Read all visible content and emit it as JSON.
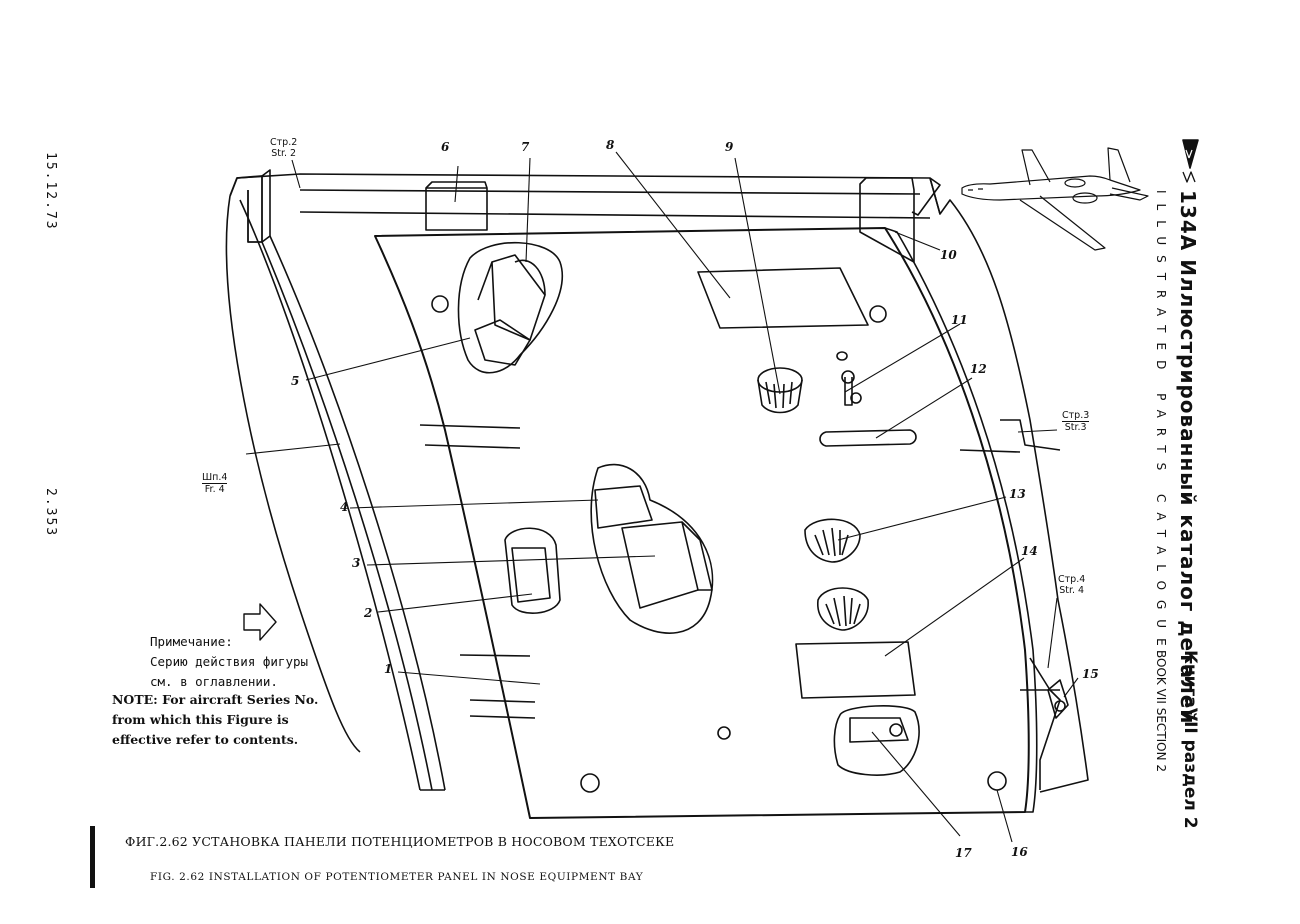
{
  "margin": {
    "date": "15.12.73",
    "page_number": "2.353"
  },
  "header": {
    "model": "134A",
    "title_ru": "Иллюстрированный каталог деталей",
    "title_en": "ILLUSTRATED PARTS CATALOGUE",
    "book_ru": "КнигаVII раздел 2",
    "book_en": "BOOK VII SECTION 2"
  },
  "refs": {
    "top": {
      "ru": "Стр.2",
      "en": "Str. 2"
    },
    "frame": {
      "ru": "Шп.4",
      "en": "Fr. 4"
    },
    "str3": {
      "ru": "Стр.3",
      "en": "Str.3"
    },
    "str4": {
      "ru": "Стр.4",
      "en": "Str. 4"
    }
  },
  "callouts": [
    "1",
    "2",
    "3",
    "4",
    "5",
    "6",
    "7",
    "8",
    "9",
    "10",
    "11",
    "12",
    "13",
    "14",
    "15",
    "16",
    "17"
  ],
  "note": {
    "ru_lines": [
      "Примечание:",
      "Серию действия фигуры",
      "см. в оглавлении."
    ],
    "en_lines": [
      "NOTE: For aircraft Series No.",
      "from which this Figure is",
      "effective refer to contents."
    ]
  },
  "caption": {
    "ru": "ФИГ.2.62  УСТАНОВКА ПАНЕЛИ ПОТЕНЦИОМЕТРОВ В НОСОВОМ ТЕХОТСЕКЕ",
    "en": "FIG. 2.62 INSTALLATION OF POTENTIOMETER PANEL IN NOSE EQUIPMENT BAY"
  }
}
